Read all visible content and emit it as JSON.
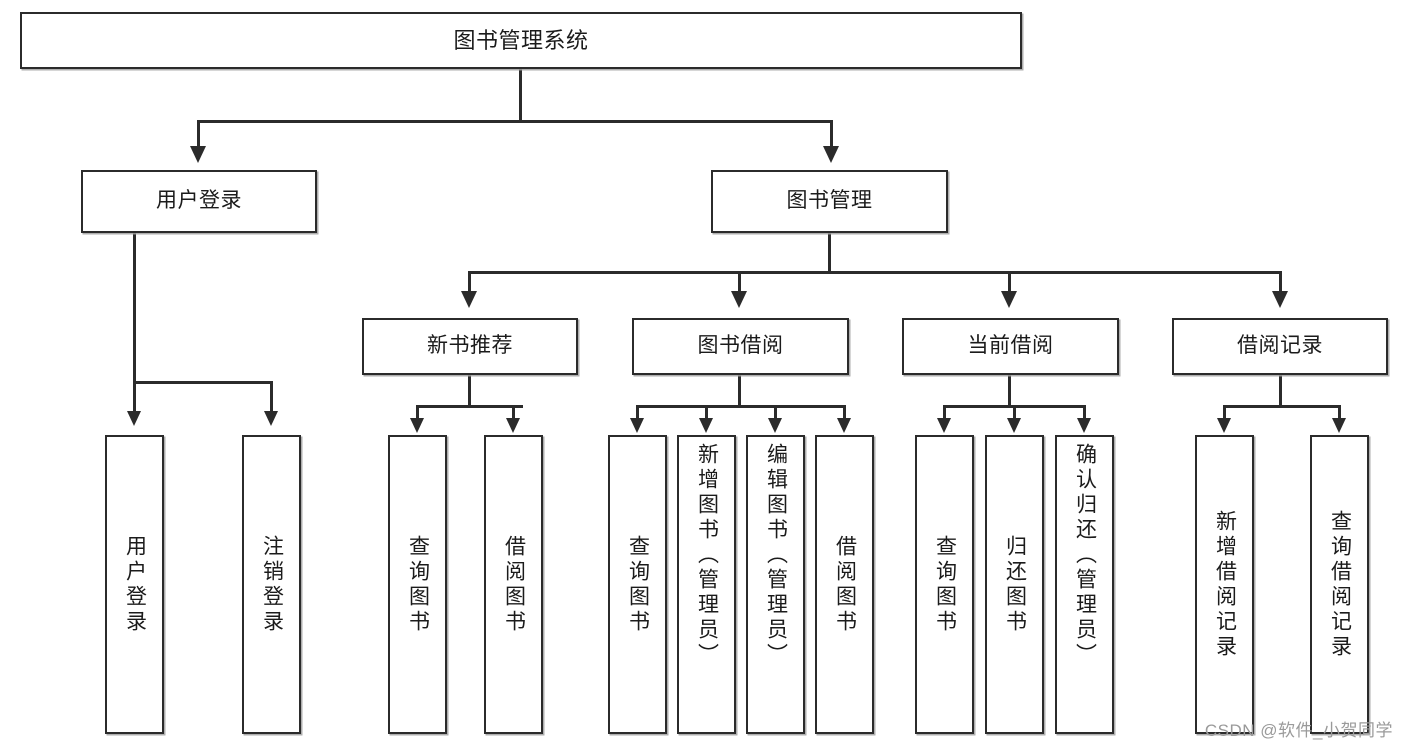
{
  "diagram": {
    "title": "图书管理系统",
    "type": "tree",
    "root": {
      "label": "图书管理系统"
    },
    "level2": [
      {
        "label": "用户登录"
      },
      {
        "label": "图书管理"
      }
    ],
    "level3": [
      {
        "label": "新书推荐"
      },
      {
        "label": "图书借阅"
      },
      {
        "label": "当前借阅"
      },
      {
        "label": "借阅记录"
      }
    ],
    "leaves": {
      "user_login": [
        {
          "label": "用户登录"
        },
        {
          "label": "注销登录"
        }
      ],
      "new_book_recommend": [
        {
          "label": "查询图书"
        },
        {
          "label": "借阅图书"
        }
      ],
      "book_borrow": [
        {
          "label": "查询图书"
        },
        {
          "label": "新增图书（管理员）"
        },
        {
          "label": "编辑图书（管理员）"
        },
        {
          "label": "借阅图书"
        }
      ],
      "current_borrow": [
        {
          "label": "查询图书"
        },
        {
          "label": "归还图书"
        },
        {
          "label": "确认归还（管理员）"
        }
      ],
      "borrow_record": [
        {
          "label": "新增借阅记录"
        },
        {
          "label": "查询借阅记录"
        }
      ]
    }
  },
  "watermark": {
    "text": "CSDN @软件_小贺同学"
  },
  "colors": {
    "border": "#2b2b2b",
    "background": "#ffffff",
    "text": "#1b1b1b",
    "watermark": "#9a9a9a"
  }
}
